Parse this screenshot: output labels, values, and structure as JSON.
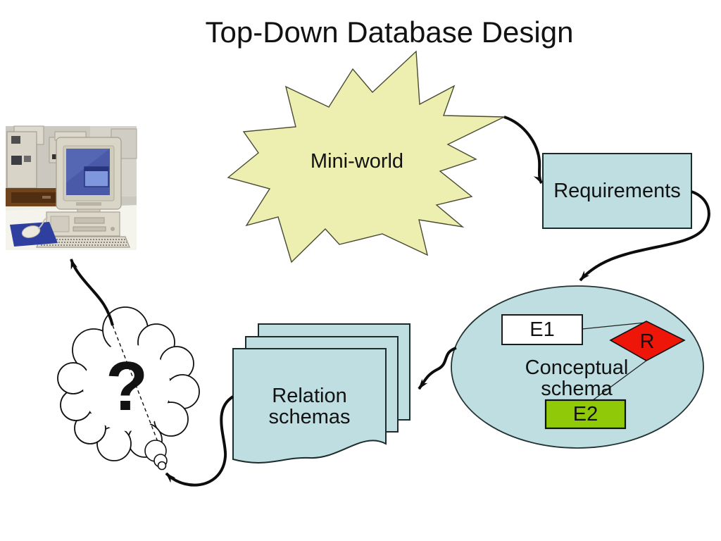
{
  "slide": {
    "title": "Top-Down Database Design",
    "mini_world": {
      "label": "Mini-world"
    },
    "requirements": {
      "label": "Requirements"
    },
    "conceptual": {
      "label": "Conceptual schema",
      "e1": "E1",
      "r": "R",
      "e2": "E2"
    },
    "relation_schemas": {
      "label": "Relation schemas"
    },
    "cloud": {
      "question": "?"
    },
    "colors": {
      "shape_blue": "#bedee2",
      "starburst_yellow": "#edefb0",
      "entity_green": "#8fc908",
      "relationship_red": "#ee1509",
      "entity_white": "#ffffff",
      "line_black": "#0d0d0d"
    }
  }
}
